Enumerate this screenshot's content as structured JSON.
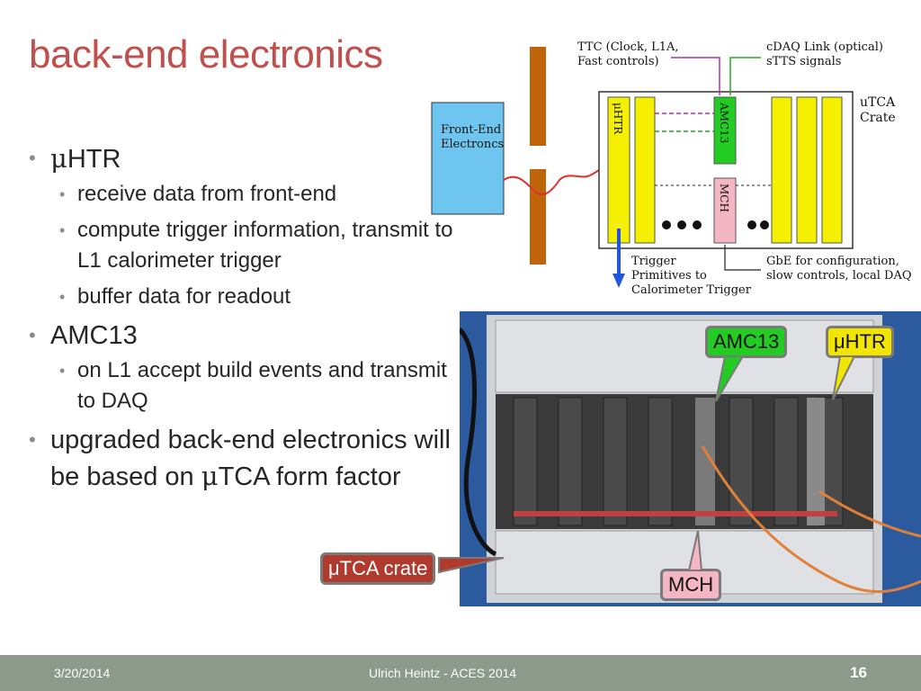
{
  "slide": {
    "title": "back-end electronics",
    "bullets": [
      {
        "prefix": "μ",
        "text": "HTR",
        "sub": [
          "receive data from front-end",
          "compute trigger information, transmit to L1 calorimeter trigger",
          "buffer data for readout"
        ]
      },
      {
        "prefix": "",
        "text": "AMC13",
        "sub": [
          "on L1 accept build events and transmit to DAQ"
        ]
      },
      {
        "prefix": "",
        "text": "upgraded back-end electronics will be based on ",
        "prefix2": "μ",
        "text2": "TCA form factor",
        "sub": []
      }
    ]
  },
  "diagram": {
    "ttc_line1": "TTC (Clock, L1A,",
    "ttc_line2": "Fast controls)",
    "cdaq_line1": "cDAQ Link (optical)",
    "cdaq_line2": "sTTS signals",
    "crate_line1": "uTCA",
    "crate_line2": "Crate",
    "frontend_line1": "Front-End",
    "frontend_line2": "Electroncs",
    "uhtr_label": "μHTR",
    "amc13_label": "AMC13",
    "mch_label": "MCH",
    "trigger_line1": "Trigger",
    "trigger_line2": "Primitives to",
    "trigger_line3": "Calorimeter Trigger",
    "gbe_line1": "GbE for configuration,",
    "gbe_line2": "slow controls, local DAQ",
    "colors": {
      "card": "#f5f000",
      "amc13": "#22cc22",
      "mch": "#f4b6c2",
      "frontend": "#6ec6f0",
      "fibre": "#e03030",
      "trigger_arrow": "#2255dd",
      "bar": "#c0640a"
    }
  },
  "callouts": {
    "amc13": "AMC13",
    "uhtr": "μHTR",
    "mch": "MCH",
    "utca_crate": "μTCA crate"
  },
  "footer": {
    "date": "3/20/2014",
    "author": "Ulrich Heintz - ACES 2014",
    "page": "16"
  }
}
